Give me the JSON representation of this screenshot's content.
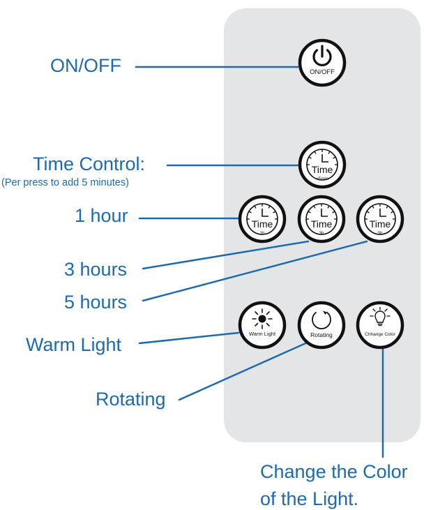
{
  "labels": {
    "on_off": "ON/OFF",
    "time_control": "Time Control:",
    "time_control_note": "(Per press to add 5 minutes)",
    "one_hour": "1 hour",
    "three_hours": "3 hours",
    "five_hours": "5 hours",
    "warm_light": "Warm Light",
    "rotating": "Rotating",
    "change_color_line1": "Change the Color",
    "change_color_line2": "of the Light."
  },
  "buttons": {
    "power": {
      "label": "ON/OFF",
      "icon": "power-icon"
    },
    "time_add": {
      "label": "Time",
      "sub": "+5min",
      "icon": "clock-icon"
    },
    "time_1h": {
      "label": "Time",
      "sub": "1h",
      "icon": "clock-icon"
    },
    "time_3h": {
      "label": "Time",
      "sub": "3h",
      "icon": "clock-icon"
    },
    "time_5h": {
      "label": "Time",
      "sub": "5h",
      "icon": "clock-icon"
    },
    "warm_light": {
      "label": "Warm Light",
      "icon": "sun-icon"
    },
    "rotating": {
      "label": "Rotating",
      "icon": "rotate-icon"
    },
    "change_color": {
      "label": "Chhange Color",
      "icon": "bulb-icon"
    }
  },
  "colors": {
    "label_blue": "#1d6aae",
    "remote_body": "#e4e5e7",
    "button_ring": "#111111"
  }
}
